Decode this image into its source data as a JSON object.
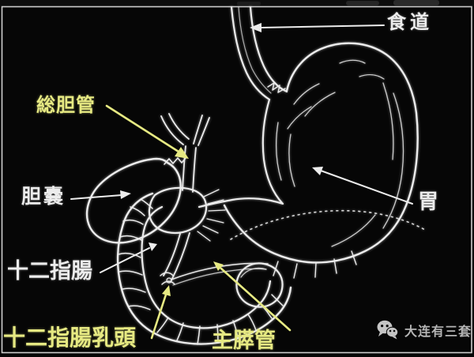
{
  "canvas": {
    "background": "#060606",
    "frame_border_color": "#cdcdcd",
    "line_art_color": "#ececec",
    "accent_yellow": "#e6e982",
    "white_text_color": "#ececec",
    "watermark_gray": "#b5b5b5"
  },
  "labels": {
    "esophagus": {
      "text": "食道",
      "color": "#ececec"
    },
    "common_bile_duct": {
      "text": "総胆管",
      "color": "#e6e982"
    },
    "gallbladder": {
      "text": "胆嚢",
      "color": "#ececec"
    },
    "stomach": {
      "text": "胃",
      "color": "#ececec"
    },
    "duodenum": {
      "text": "十二指腸",
      "color": "#ececec"
    },
    "duodenal_papilla": {
      "text": "十二指腸乳頭",
      "color": "#e6e982"
    },
    "main_pancreatic_duct": {
      "text": "主膵管",
      "color": "#e6e982"
    }
  },
  "watermark": {
    "icon": "wechat-icon",
    "text": "大连有三套"
  }
}
